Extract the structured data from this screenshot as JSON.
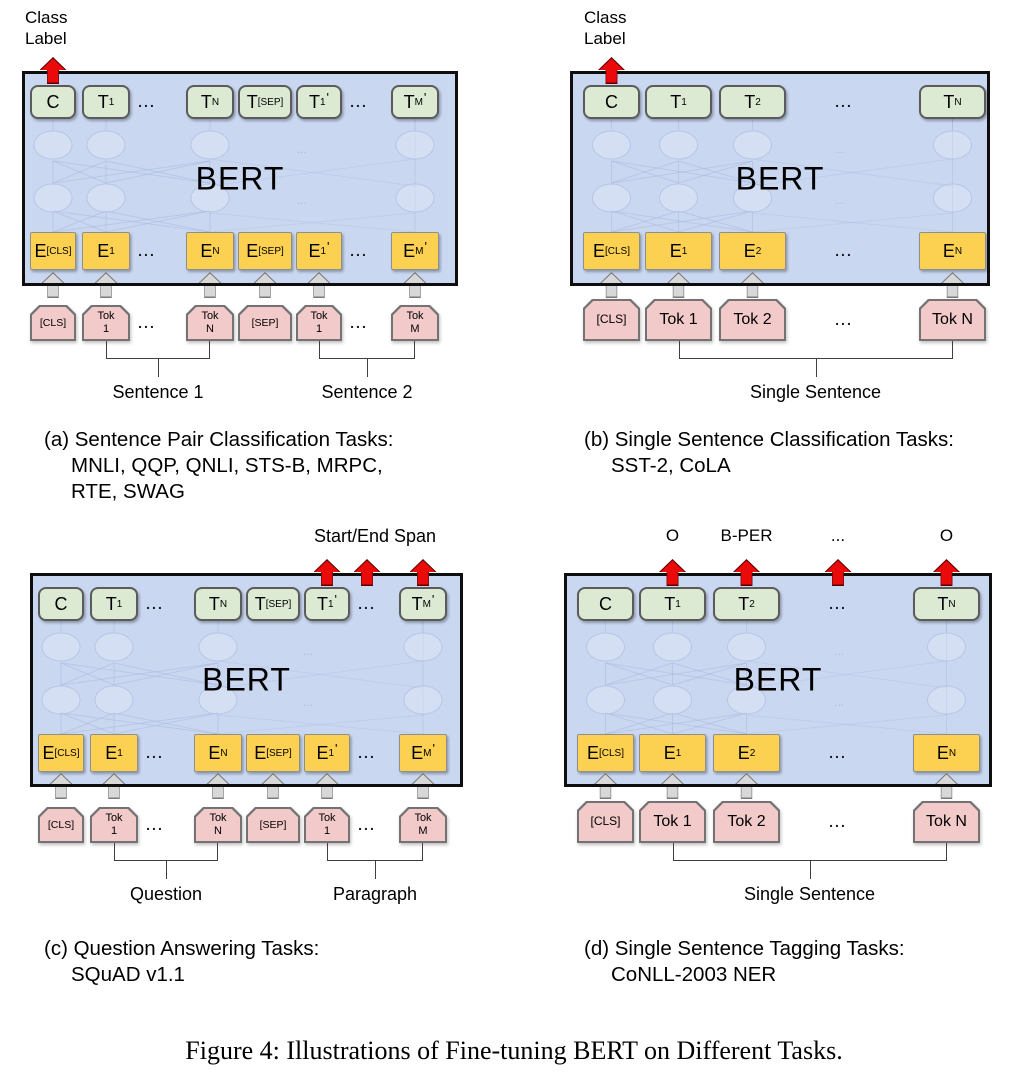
{
  "figure_caption": "Figure 4: Illustrations of Fine-tuning BERT on Different Tasks.",
  "bert_label": "BERT",
  "colors": {
    "panel_bg": "#c9d7f1",
    "panel_border": "#0e0e0e",
    "output_fill": "#dcead4",
    "output_border": "#5b5b5b",
    "embed_fill": "#fcd050",
    "embed_border": "#8f8f8f",
    "token_fill": "#f2caca",
    "token_border": "#737373",
    "arrow_fill": "#d8d8d8",
    "arrow_border": "#7a7a7a",
    "red_fill": "#ea0a0a",
    "red_border": "#5a0000",
    "net_line": "#a7b8dc"
  },
  "panels": [
    {
      "id": "a",
      "top": {
        "type": "class-label",
        "lines": [
          "Class",
          "Label"
        ]
      },
      "red_slots": [
        0
      ],
      "outputs": [
        {
          "m": "C"
        },
        {
          "m": "T",
          "s": "1"
        },
        {
          "d": 1
        },
        {
          "m": "T",
          "s": "N"
        },
        {
          "m": "T",
          "s": "[SEP]"
        },
        {
          "m": "T",
          "s": "1",
          "p": 1
        },
        {
          "d": 1
        },
        {
          "m": "T",
          "s": "M",
          "p": 1
        }
      ],
      "embeddings": [
        {
          "m": "E",
          "s": "[CLS]"
        },
        {
          "m": "E",
          "s": "1"
        },
        {
          "d": 1
        },
        {
          "m": "E",
          "s": "N"
        },
        {
          "m": "E",
          "s": "[SEP]"
        },
        {
          "m": "E",
          "s": "1",
          "p": 1
        },
        {
          "d": 1
        },
        {
          "m": "E",
          "s": "M",
          "p": 1
        }
      ],
      "tokens": [
        {
          "t": "[CLS]",
          "small": 1
        },
        {
          "t": "Tok",
          "t2": "1"
        },
        {
          "d": 1
        },
        {
          "t": "Tok",
          "t2": "N"
        },
        {
          "t": "[SEP]",
          "small": 1
        },
        {
          "t": "Tok",
          "t2": "1"
        },
        {
          "d": 1
        },
        {
          "t": "Tok",
          "t2": "M"
        }
      ],
      "brackets": [
        {
          "from": 1,
          "to": 3,
          "label": "Sentence 1"
        },
        {
          "from": 5,
          "to": 7,
          "label": "Sentence 2"
        }
      ],
      "caption_lines": [
        "(a) Sentence Pair Classification Tasks:",
        "MNLI, QQP, QNLI, STS-B, MRPC,",
        "RTE, SWAG"
      ]
    },
    {
      "id": "b",
      "top": {
        "type": "class-label",
        "lines": [
          "Class",
          "Label"
        ]
      },
      "red_slots": [
        0
      ],
      "outputs": [
        {
          "m": "C"
        },
        {
          "m": "T",
          "s": "1"
        },
        {
          "m": "T",
          "s": "2"
        },
        {
          "d": 1
        },
        {
          "m": "T",
          "s": "N"
        }
      ],
      "embeddings": [
        {
          "m": "E",
          "s": "[CLS]"
        },
        {
          "m": "E",
          "s": "1"
        },
        {
          "m": "E",
          "s": "2"
        },
        {
          "d": 1
        },
        {
          "m": "E",
          "s": "N"
        }
      ],
      "tokens": [
        {
          "t": "[CLS]",
          "small": 1
        },
        {
          "t": "Tok 1"
        },
        {
          "t": "Tok 2"
        },
        {
          "d": 1
        },
        {
          "t": "Tok N"
        }
      ],
      "brackets": [
        {
          "from": 1,
          "to": 4,
          "label": "Single Sentence"
        }
      ],
      "caption_lines": [
        "(b) Single Sentence Classification Tasks:",
        "SST-2, CoLA"
      ]
    },
    {
      "id": "c",
      "top": {
        "type": "text",
        "text": "Start/End Span"
      },
      "red_slots": [
        5,
        6,
        7
      ],
      "outputs": [
        {
          "m": "C"
        },
        {
          "m": "T",
          "s": "1"
        },
        {
          "d": 1
        },
        {
          "m": "T",
          "s": "N"
        },
        {
          "m": "T",
          "s": "[SEP]"
        },
        {
          "m": "T",
          "s": "1",
          "p": 1
        },
        {
          "d": 1
        },
        {
          "m": "T",
          "s": "M",
          "p": 1
        }
      ],
      "embeddings": [
        {
          "m": "E",
          "s": "[CLS]"
        },
        {
          "m": "E",
          "s": "1"
        },
        {
          "d": 1
        },
        {
          "m": "E",
          "s": "N"
        },
        {
          "m": "E",
          "s": "[SEP]"
        },
        {
          "m": "E",
          "s": "1",
          "p": 1
        },
        {
          "d": 1
        },
        {
          "m": "E",
          "s": "M",
          "p": 1
        }
      ],
      "tokens": [
        {
          "t": "[CLS]",
          "small": 1
        },
        {
          "t": "Tok",
          "t2": "1"
        },
        {
          "d": 1
        },
        {
          "t": "Tok",
          "t2": "N"
        },
        {
          "t": "[SEP]",
          "small": 1
        },
        {
          "t": "Tok",
          "t2": "1"
        },
        {
          "d": 1
        },
        {
          "t": "Tok",
          "t2": "M"
        }
      ],
      "brackets": [
        {
          "from": 1,
          "to": 3,
          "label": "Question"
        },
        {
          "from": 5,
          "to": 7,
          "label": "Paragraph"
        }
      ],
      "caption_lines": [
        "(c) Question Answering Tasks:",
        "SQuAD v1.1"
      ]
    },
    {
      "id": "d",
      "top": {
        "type": "tags",
        "tags": [
          "O",
          "B-PER",
          "...",
          "O"
        ]
      },
      "red_slots": [
        1,
        2,
        3,
        4
      ],
      "outputs": [
        {
          "m": "C"
        },
        {
          "m": "T",
          "s": "1"
        },
        {
          "m": "T",
          "s": "2"
        },
        {
          "d": 1
        },
        {
          "m": "T",
          "s": "N"
        }
      ],
      "embeddings": [
        {
          "m": "E",
          "s": "[CLS]"
        },
        {
          "m": "E",
          "s": "1"
        },
        {
          "m": "E",
          "s": "2"
        },
        {
          "d": 1
        },
        {
          "m": "E",
          "s": "N"
        }
      ],
      "tokens": [
        {
          "t": "[CLS]",
          "small": 1
        },
        {
          "t": "Tok 1"
        },
        {
          "t": "Tok 2"
        },
        {
          "d": 1
        },
        {
          "t": "Tok N"
        }
      ],
      "brackets": [
        {
          "from": 1,
          "to": 4,
          "label": "Single Sentence"
        }
      ],
      "caption_lines": [
        "(d) Single Sentence Tagging Tasks:",
        "CoNLL-2003 NER"
      ]
    }
  ]
}
